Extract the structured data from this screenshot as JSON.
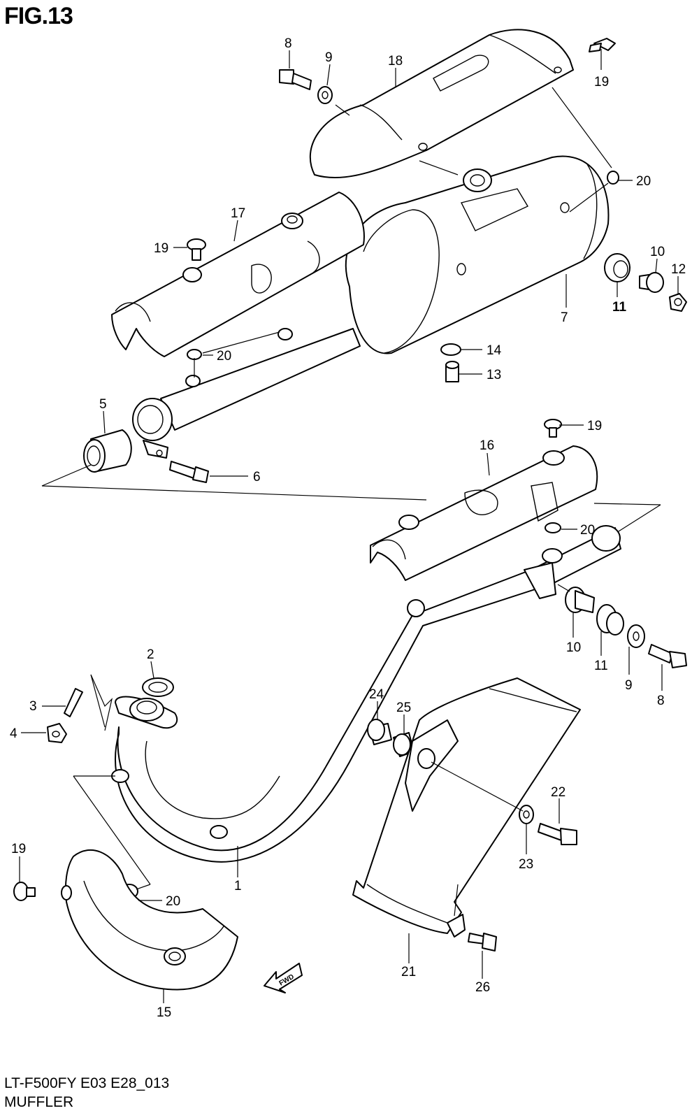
{
  "figure": {
    "title": "FIG.13"
  },
  "footer": {
    "code": "LT-F500FY E03 E28_013",
    "name": "MUFFLER"
  },
  "direction_label": "FWD",
  "callouts": [
    {
      "key": "c8a",
      "text": "8"
    },
    {
      "key": "c9a",
      "text": "9"
    },
    {
      "key": "c18",
      "text": "18"
    },
    {
      "key": "c19a",
      "text": "19"
    },
    {
      "key": "c20a",
      "text": "20"
    },
    {
      "key": "c17",
      "text": "17"
    },
    {
      "key": "c19b",
      "text": "19"
    },
    {
      "key": "c10a",
      "text": "10"
    },
    {
      "key": "c12",
      "text": "12"
    },
    {
      "key": "c11a",
      "text": "11"
    },
    {
      "key": "c7",
      "text": "7"
    },
    {
      "key": "c14",
      "text": "14"
    },
    {
      "key": "c13",
      "text": "13"
    },
    {
      "key": "c20b",
      "text": "20"
    },
    {
      "key": "c5",
      "text": "5"
    },
    {
      "key": "c6",
      "text": "6"
    },
    {
      "key": "c19c",
      "text": "19"
    },
    {
      "key": "c16",
      "text": "16"
    },
    {
      "key": "c20c",
      "text": "20"
    },
    {
      "key": "c10b",
      "text": "10"
    },
    {
      "key": "c11b",
      "text": "11"
    },
    {
      "key": "c9b",
      "text": "9"
    },
    {
      "key": "c8b",
      "text": "8"
    },
    {
      "key": "c2",
      "text": "2"
    },
    {
      "key": "c3",
      "text": "3"
    },
    {
      "key": "c4",
      "text": "4"
    },
    {
      "key": "c24",
      "text": "24"
    },
    {
      "key": "c25",
      "text": "25"
    },
    {
      "key": "c22",
      "text": "22"
    },
    {
      "key": "c23",
      "text": "23"
    },
    {
      "key": "c1",
      "text": "1"
    },
    {
      "key": "c19d",
      "text": "19"
    },
    {
      "key": "c20d",
      "text": "20"
    },
    {
      "key": "c21",
      "text": "21"
    },
    {
      "key": "c26",
      "text": "26"
    },
    {
      "key": "c15",
      "text": "15"
    }
  ]
}
